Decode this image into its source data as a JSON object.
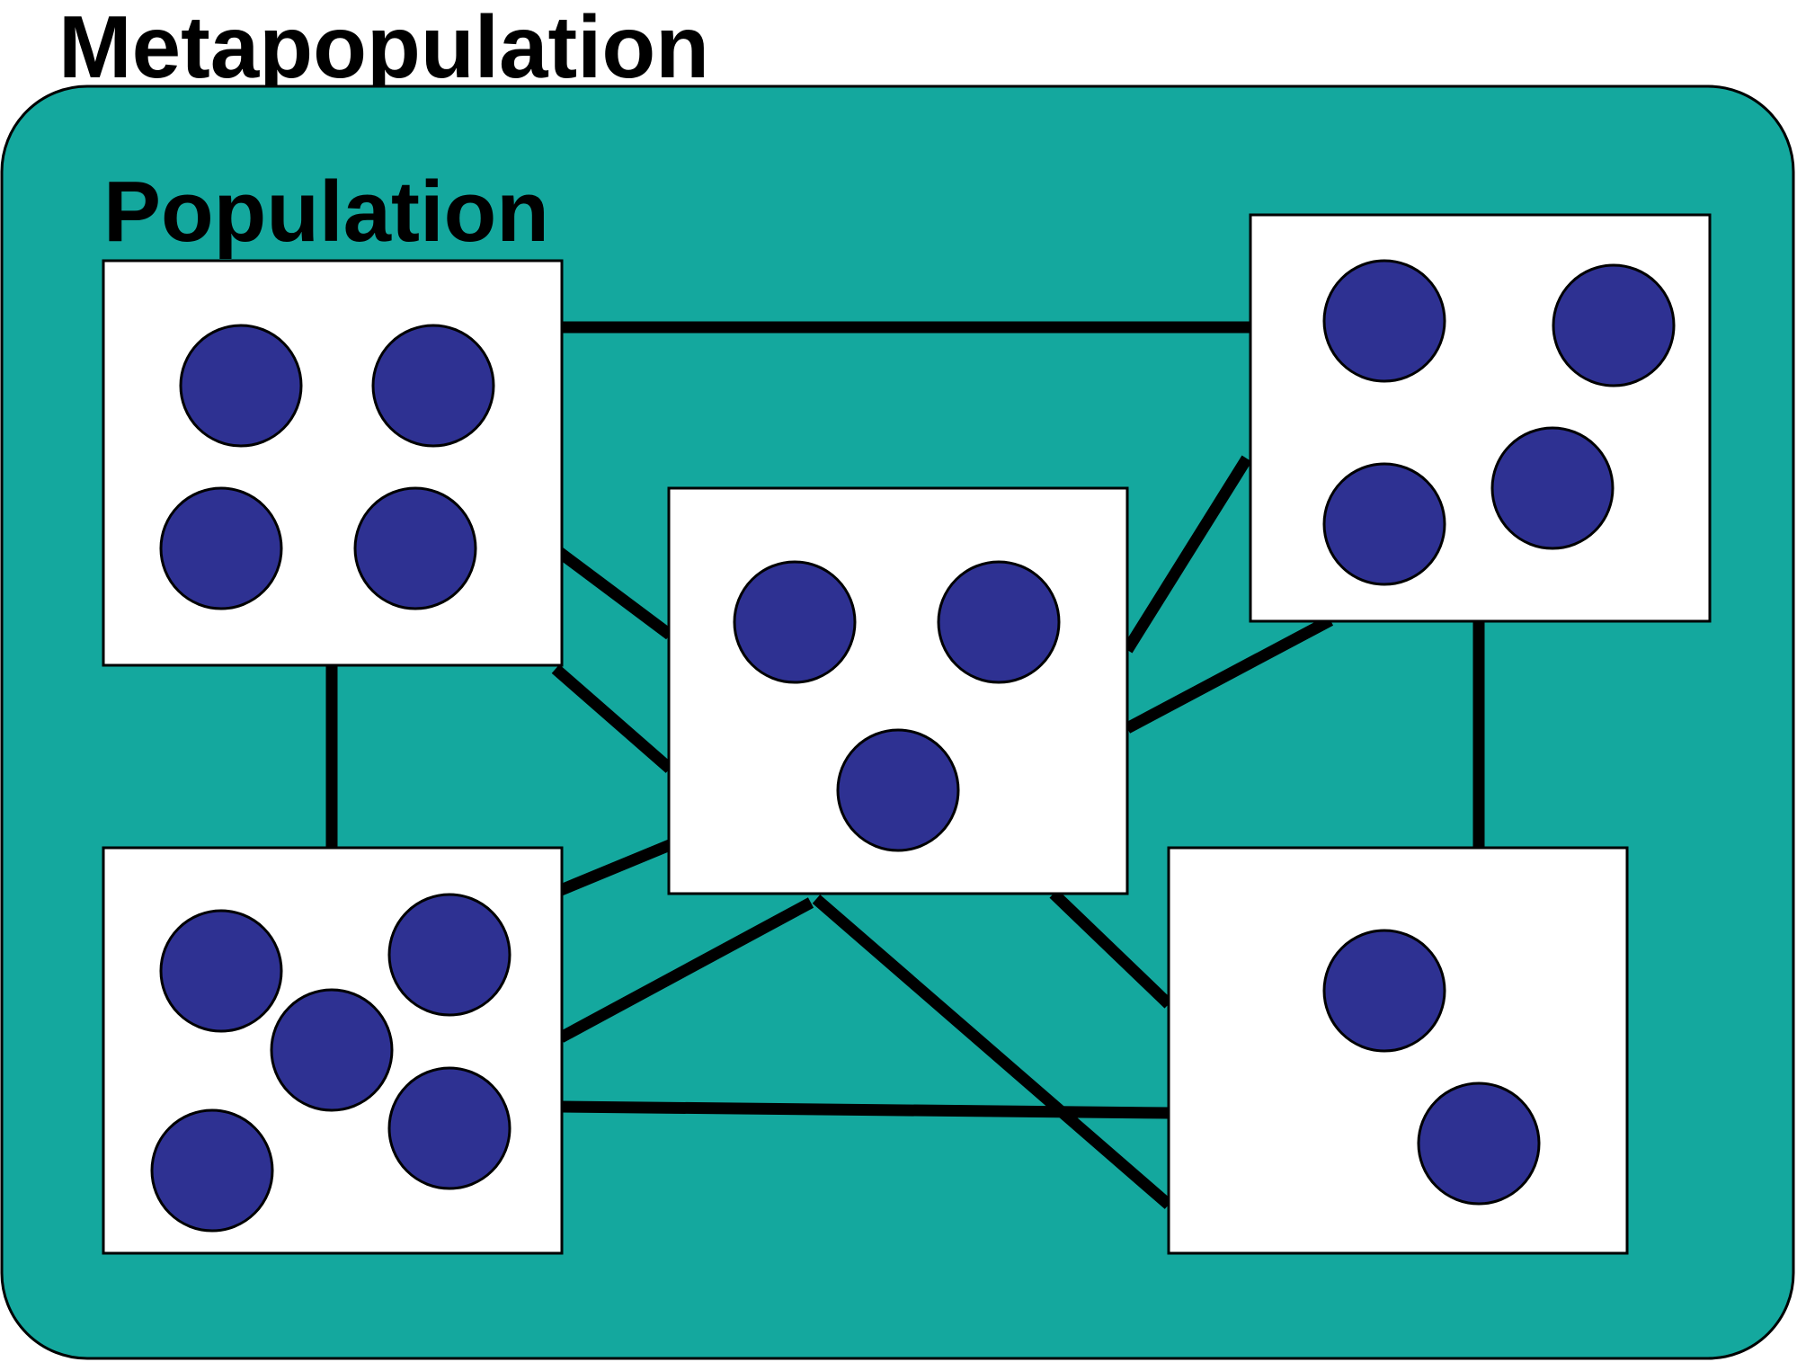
{
  "title": "Metapopulation",
  "population_label": "Population",
  "colors": {
    "background": "#14a89e",
    "box_fill": "#ffffff",
    "individual_fill": "#2e3192",
    "outline": "#000000",
    "connection": "#000000"
  },
  "populations": [
    {
      "id": "top-left",
      "individuals": 4
    },
    {
      "id": "center",
      "individuals": 3
    },
    {
      "id": "top-right",
      "individuals": 4
    },
    {
      "id": "bottom-left",
      "individuals": 5
    },
    {
      "id": "bottom-right",
      "individuals": 2
    }
  ],
  "connections": [
    {
      "from": "top-left",
      "to": "top-right"
    },
    {
      "from": "top-left",
      "to": "center"
    },
    {
      "from": "top-left",
      "to": "center"
    },
    {
      "from": "top-left",
      "to": "bottom-left"
    },
    {
      "from": "center",
      "to": "top-right"
    },
    {
      "from": "center",
      "to": "top-right"
    },
    {
      "from": "top-right",
      "to": "bottom-right"
    },
    {
      "from": "bottom-left",
      "to": "center"
    },
    {
      "from": "bottom-left",
      "to": "center"
    },
    {
      "from": "bottom-left",
      "to": "bottom-right"
    },
    {
      "from": "center",
      "to": "bottom-right"
    },
    {
      "from": "center",
      "to": "bottom-right"
    }
  ]
}
